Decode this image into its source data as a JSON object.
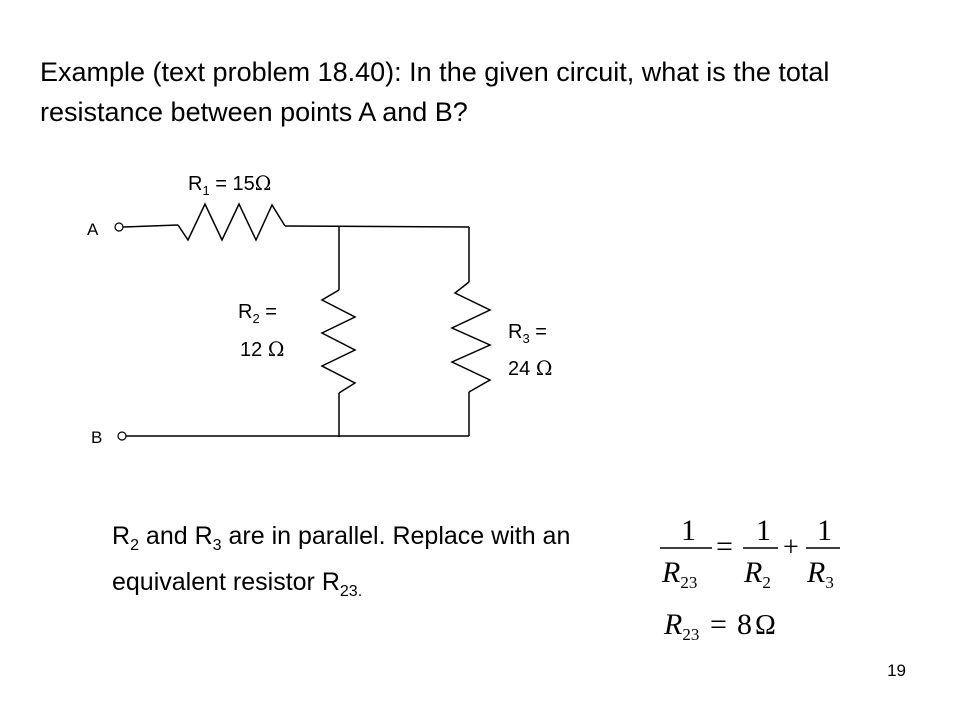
{
  "slide": {
    "title": "Example (text problem 18.40): In the given circuit, what is the total resistance between points A and B?",
    "page_number": "19"
  },
  "circuit": {
    "terminals": {
      "a": "A",
      "b": "B"
    },
    "r1": {
      "letter": "R",
      "sub": "1",
      "value": " = 15",
      "unit": "Ω"
    },
    "r2": {
      "letter": "R",
      "sub": "2",
      "eq": " =",
      "value": "12 ",
      "unit": "Ω"
    },
    "r3": {
      "letter": "R",
      "sub": "3",
      "eq": " =",
      "value": "24 ",
      "unit": "Ω"
    }
  },
  "explanation": {
    "t1": "R",
    "s1": "2",
    "t2": " and R",
    "s2": "3",
    "t3": " are in parallel.  Replace with an equivalent resistor R",
    "s3": "23."
  },
  "equations": {
    "one": "1",
    "R": "R",
    "sub23": "23",
    "sub2": "2",
    "sub3": "3",
    "eq": "=",
    "plus": "+",
    "result": "8",
    "unit": "Ω"
  }
}
